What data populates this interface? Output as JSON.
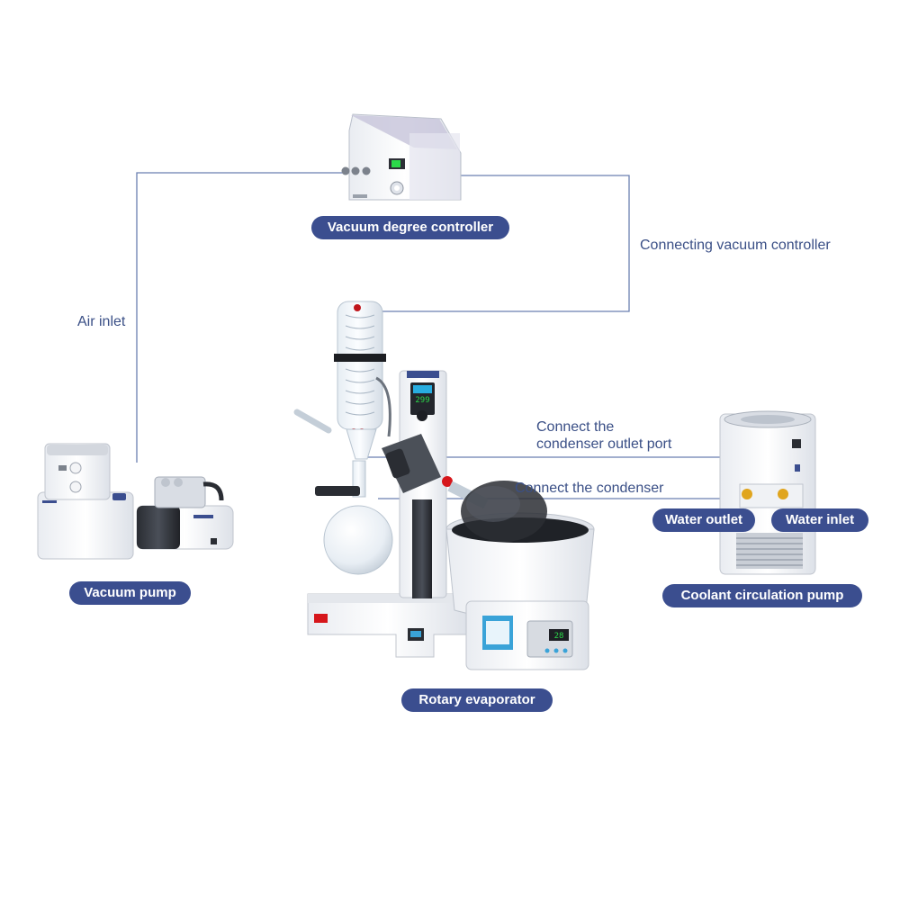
{
  "labels": {
    "vacuum_degree_controller": "Vacuum degree controller",
    "vacuum_pump": "Vacuum pump",
    "rotary_evaporator": "Rotary evaporator",
    "coolant_circulation_pump": "Coolant circulation pump",
    "water_outlet": "Water outlet",
    "water_inlet": "Water inlet"
  },
  "annotations": {
    "air_inlet": "Air inlet",
    "connecting_vacuum_controller": "Connecting vacuum controller",
    "connect_condenser_outlet_line1": "Connect the",
    "connect_condenser_outlet_line2": "condenser outlet port",
    "connect_condenser": "Connect the condenser"
  },
  "displays": {
    "evaporator_speed": "299",
    "bath_temperature": "28"
  },
  "colors": {
    "pill": "#3b4e8f",
    "annotation_text": "#3a4f86",
    "connector_line": "#6a7fb0",
    "display_digits": "#2bd94a"
  }
}
